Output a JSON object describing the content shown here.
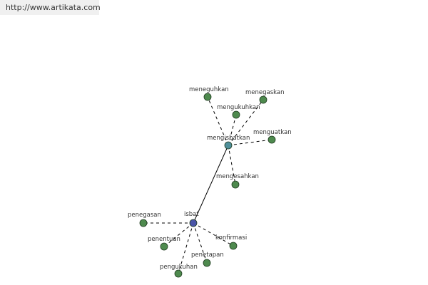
{
  "banner": {
    "url_text": "http://www.artikata.com"
  },
  "colors": {
    "hub_root": "#4a55a8",
    "hub_secondary": "#4f8f9a",
    "leaf": "#4e8a4e",
    "edge": "#000000"
  },
  "graph": {
    "nodes": [
      {
        "id": "isbat",
        "label": "isbat",
        "kind": "root"
      },
      {
        "id": "mengisbatkan",
        "label": "mengisbatkan",
        "kind": "hub"
      },
      {
        "id": "meneguhkan",
        "label": "meneguhkan",
        "kind": "leaf"
      },
      {
        "id": "menegaskan",
        "label": "menegaskan",
        "kind": "leaf"
      },
      {
        "id": "mengukuhkan",
        "label": "mengukuhkan",
        "kind": "leaf"
      },
      {
        "id": "menguatkan",
        "label": "menguatkan",
        "kind": "leaf"
      },
      {
        "id": "mengesahkan",
        "label": "mengesahkan",
        "kind": "leaf"
      },
      {
        "id": "penegasan",
        "label": "penegasan",
        "kind": "leaf"
      },
      {
        "id": "penentuan",
        "label": "penentuan",
        "kind": "leaf"
      },
      {
        "id": "pengukuhan",
        "label": "pengukuhan",
        "kind": "leaf"
      },
      {
        "id": "penetapan",
        "label": "penetapan",
        "kind": "leaf"
      },
      {
        "id": "konfirmasi",
        "label": "konfirmasi",
        "kind": "leaf"
      }
    ],
    "edges": [
      {
        "from": "isbat",
        "to": "mengisbatkan",
        "style": "solid"
      },
      {
        "from": "mengisbatkan",
        "to": "meneguhkan",
        "style": "dashed"
      },
      {
        "from": "mengisbatkan",
        "to": "menegaskan",
        "style": "dashed"
      },
      {
        "from": "mengisbatkan",
        "to": "mengukuhkan",
        "style": "dashed"
      },
      {
        "from": "mengisbatkan",
        "to": "menguatkan",
        "style": "dashed"
      },
      {
        "from": "mengisbatkan",
        "to": "mengesahkan",
        "style": "dashed"
      },
      {
        "from": "isbat",
        "to": "penegasan",
        "style": "dashed"
      },
      {
        "from": "isbat",
        "to": "penentuan",
        "style": "dashed"
      },
      {
        "from": "isbat",
        "to": "pengukuhan",
        "style": "dashed"
      },
      {
        "from": "isbat",
        "to": "penetapan",
        "style": "dashed"
      },
      {
        "from": "isbat",
        "to": "konfirmasi",
        "style": "dashed"
      }
    ]
  }
}
